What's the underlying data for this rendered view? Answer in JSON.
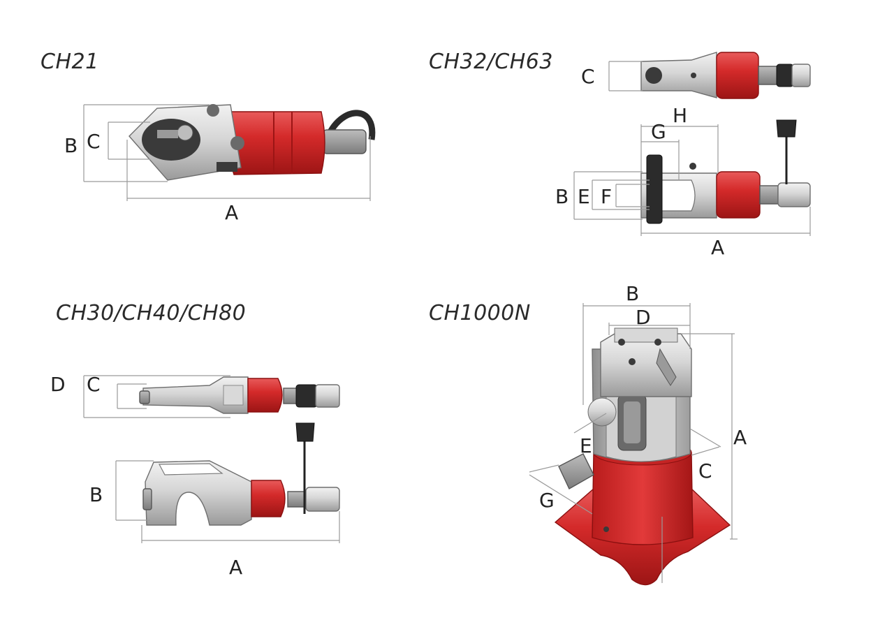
{
  "colors": {
    "body_red": "#d42a2a",
    "steel": "#c8c8c8",
    "dimension_line": "#9a9a9a",
    "text": "#222222"
  },
  "models": {
    "ch21": {
      "title": "CH21",
      "labels": {
        "A": "A",
        "B": "B",
        "C": "C"
      }
    },
    "ch32": {
      "title": "CH32/CH63",
      "labels": {
        "A": "A",
        "B": "B",
        "C": "C",
        "E": "E",
        "F": "F",
        "G": "G",
        "H": "H"
      }
    },
    "ch30": {
      "title": "CH30/CH40/CH80",
      "labels": {
        "A": "A",
        "B": "B",
        "C": "C",
        "D": "D"
      }
    },
    "ch1000": {
      "title": "CH1000N",
      "labels": {
        "A": "A",
        "B": "B",
        "C": "C",
        "D": "D",
        "E": "E",
        "G": "G"
      }
    }
  }
}
